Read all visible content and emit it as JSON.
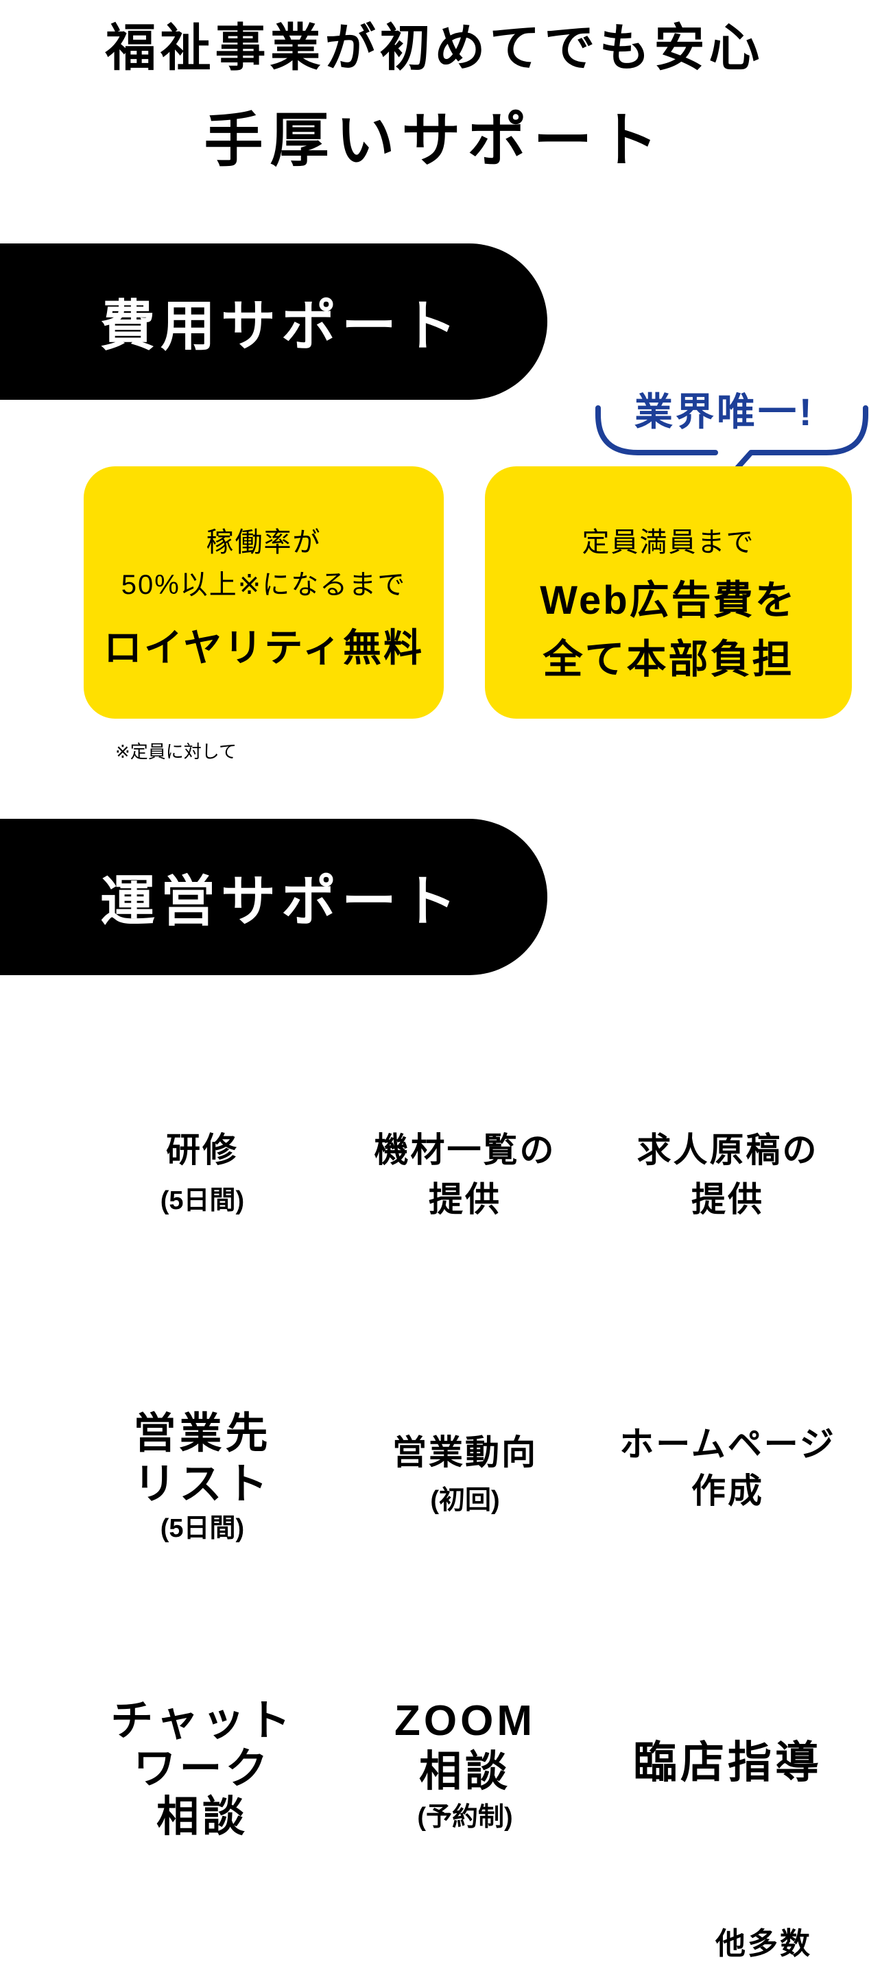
{
  "header": {
    "title_line1": "福祉事業が初めてでも安心",
    "title_line2": "手厚いサポート"
  },
  "cost_support": {
    "heading": "費用サポート",
    "bubble": "業界唯一!",
    "card1": {
      "line1": "稼働率が",
      "line2": "50%以上※になるまで",
      "highlight": "ロイヤリティ無料"
    },
    "card2": {
      "line1": "定員満員まで",
      "highlight1": "Web広告費を",
      "highlight2": "全て本部負担"
    },
    "footnote": "※定員に対して"
  },
  "operation_support": {
    "heading": "運営サポート",
    "items": [
      {
        "lines": [
          "研修"
        ],
        "sub": "(5日間)"
      },
      {
        "lines": [
          "機材一覧の",
          "提供"
        ]
      },
      {
        "lines": [
          "求人原稿の",
          "提供"
        ]
      },
      {
        "lines": [
          "営業先",
          "リスト"
        ],
        "sub": "(5日間)"
      },
      {
        "lines": [
          "営業動向"
        ],
        "sub": "(初回)"
      },
      {
        "lines": [
          "ホームページ",
          "作成"
        ]
      },
      {
        "lines": [
          "チャット",
          "ワーク",
          "相談"
        ]
      },
      {
        "lines": [
          "ZOOM",
          "相談"
        ],
        "sub": "(予約制)"
      },
      {
        "lines": [
          "臨店指導"
        ]
      }
    ],
    "more": "他多数"
  },
  "colors": {
    "yellow": "#ffe000",
    "blue": "#1d3f98",
    "black": "#000000"
  }
}
